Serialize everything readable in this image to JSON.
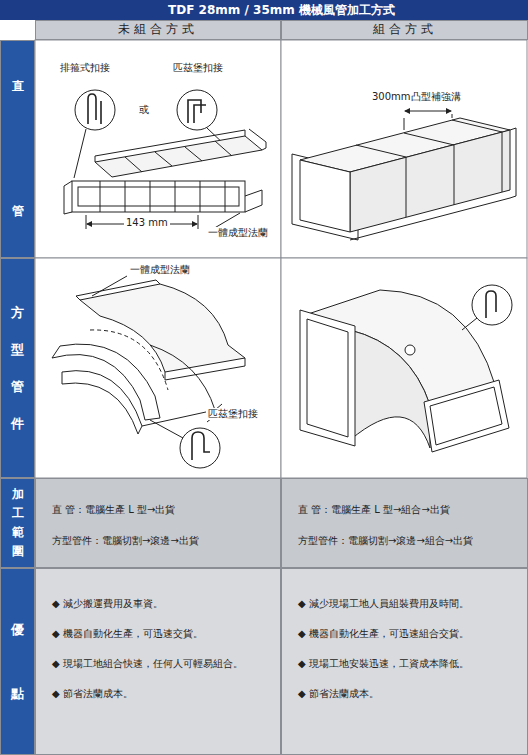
{
  "diagram": {
    "title": "TDF 28mm / 35mm 機械風管加工方式",
    "nodes": [
      {
        "text": [
          "未組合方式"
        ]
      },
      {
        "text": [
          "組合方式"
        ]
      },
      {
        "text": [
          "直管"
        ]
      },
      {
        "text": [
          "方型管件"
        ]
      },
      {
        "text": [
          "加工範圍"
        ]
      },
      {
        "text": [
          "優點"
        ]
      },
      {
        "text": [
          "直 管：電腦生產 L 型→出貨",
          "方型管件：電腦切割→滾邊→出貨"
        ]
      },
      {
        "text": [
          "直 管：電腦生產 L 型→組合→出貨",
          "方型管件：電腦切割→滾邊→組合→出貨"
        ]
      },
      {
        "text": [
          "◆ 減少搬運費用及車資。",
          "◆ 機器自動化生產，可迅速交貨。",
          "◆ 現場工地組合快速，任何人可輕易組合。",
          "◆ 節省法蘭成本。"
        ]
      },
      {
        "text": [
          "◆ 減少現場工地人員組裝費用及時間。",
          "◆ 機器自動化生產，可迅速組合交貨。",
          "◆ 現場工地安裝迅速，工資成本降低。",
          "◆ 節省法蘭成本。"
        ]
      }
    ],
    "edges": [],
    "labels": [
      "排箍式扣接",
      "匹茲堡扣接",
      "或",
      "143 mm",
      "一體成型法蘭",
      "300mm凸型補強溝",
      "一體成型法蘭",
      "匹茲堡扣接"
    ]
  }
}
